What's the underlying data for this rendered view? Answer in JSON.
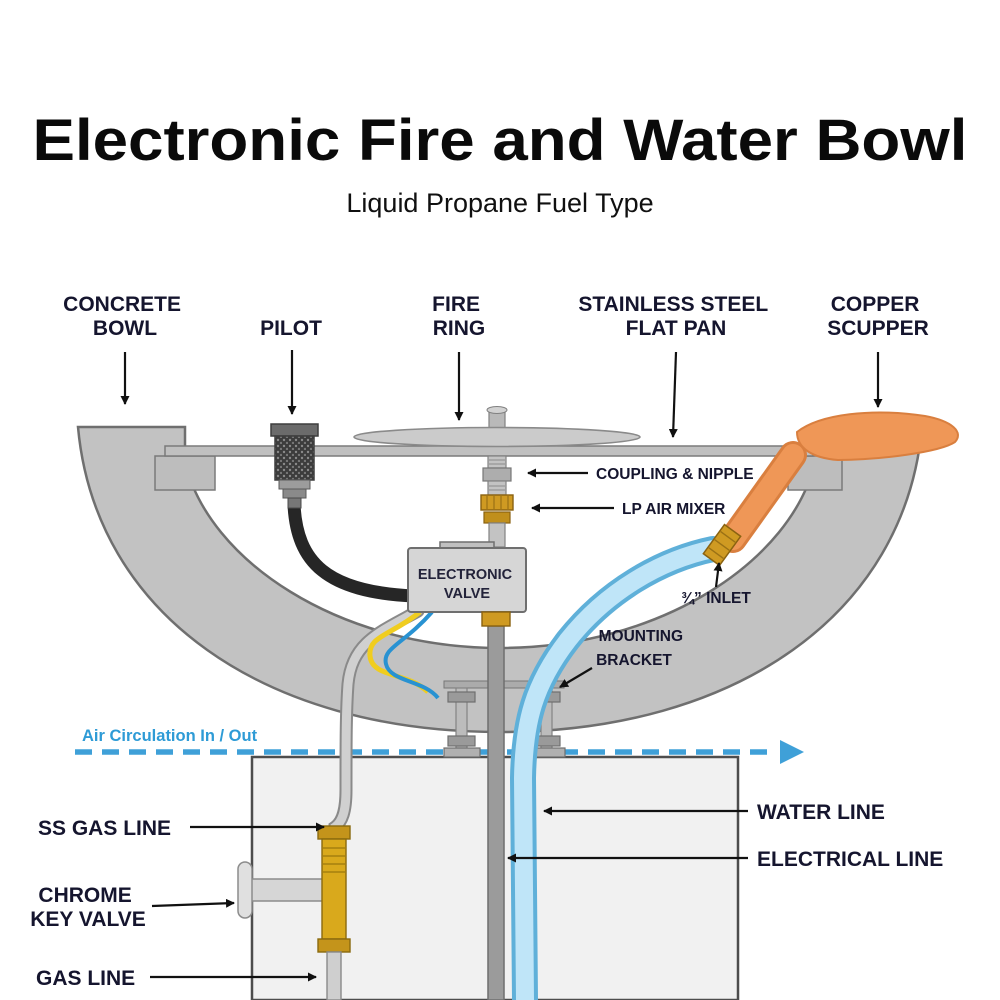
{
  "title": "Electronic Fire and Water Bowl",
  "subtitle": "Liquid Propane Fuel Type",
  "callouts": {
    "concrete_bowl": [
      "CONCRETE",
      "BOWL"
    ],
    "pilot": "PILOT",
    "fire_ring": [
      "FIRE",
      "RING"
    ],
    "flat_pan": [
      "STAINLESS STEEL",
      "FLAT PAN"
    ],
    "scupper": [
      "COPPER",
      "SCUPPER"
    ],
    "coupling_nipple": "COUPLING & NIPPLE",
    "lp_air_mixer": "LP AIR MIXER",
    "inlet": "¾” INLET",
    "mounting_bracket": [
      "MOUNTING",
      "BRACKET"
    ],
    "air_circulation": "Air Circulation In / Out",
    "ss_gas_line": "SS GAS LINE",
    "chrome_key_valve": [
      "CHROME",
      "KEY VALVE"
    ],
    "gas_line": "GAS LINE",
    "water_line": "WATER LINE",
    "electrical_line": "ELECTRICAL  LINE"
  },
  "component_text": {
    "electronic_valve": [
      "ELECTRONIC",
      "VALVE"
    ]
  },
  "colors": {
    "label_text": "#15152e",
    "air_circulation_blue": "#2e9bd6",
    "water_blue": "#bfe5f8",
    "copper_orange": "#ef9757",
    "brass_gold": "#cf9a22",
    "metal_gray": "#c6c6c6"
  }
}
